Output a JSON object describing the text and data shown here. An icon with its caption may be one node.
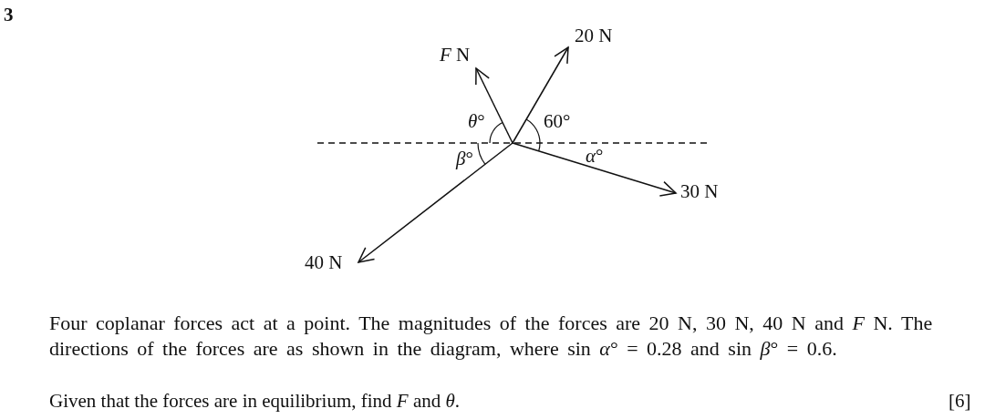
{
  "diagram": {
    "labels": [
      "3",
      "*F* N",
      "20 N",
      "*θ*°",
      "60°",
      "*β*°",
      "*α*°",
      "30 N",
      "40 N",
      "Four coplanar forces act at a point. The magnitudes of the forces are 20 N, 30 N, 40 N and *F* N. The directions of the forces are as shown in the diagram, where sin *α*° = 0.28 and sin *β*° = 0.6.",
      "Given that the forces are in equilibrium, find *F* and *θ*.",
      "[6]"
    ]
  }
}
